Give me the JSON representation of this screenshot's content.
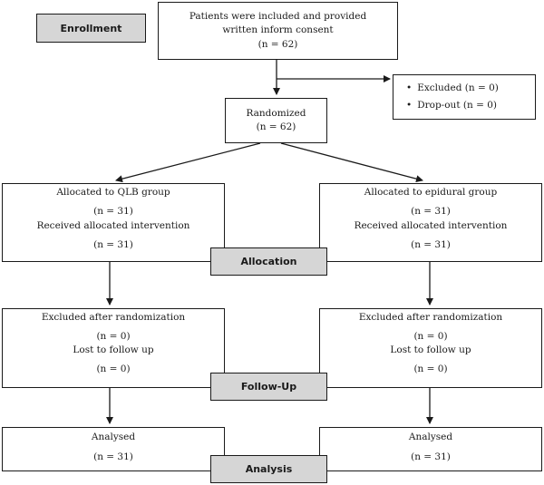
{
  "enrollment": {
    "stage_label": "Enrollment",
    "consent_line1": "Patients were included and provided",
    "consent_line2": "written inform consent",
    "consent_n": "(n = 62)"
  },
  "exclusion": {
    "items": [
      "Excluded (n = 0)",
      "Drop-out (n = 0)"
    ]
  },
  "randomized": {
    "label": "Randomized",
    "n": "(n = 62)"
  },
  "allocation": {
    "stage_label": "Allocation",
    "left": {
      "line1": "Allocated to QLB group",
      "line2": "(n = 31)",
      "line3": "Received allocated intervention",
      "line4": "(n = 31)"
    },
    "right": {
      "line1": "Allocated to epidural group",
      "line2": "(n = 31)",
      "line3": "Received allocated intervention",
      "line4": "(n = 31)"
    }
  },
  "followup": {
    "stage_label": "Follow-Up",
    "left": {
      "line1": "Excluded after randomization",
      "line2": "(n = 0)",
      "line3": "Lost to follow up",
      "line4": "(n = 0)"
    },
    "right": {
      "line1": "Excluded after randomization",
      "line2": "(n = 0)",
      "line3": "Lost to follow up",
      "line4": "(n = 0)"
    }
  },
  "analysis": {
    "stage_label": "Analysis",
    "left": {
      "line1": "Analysed",
      "line2": "(n = 31)"
    },
    "right": {
      "line1": "Analysed",
      "line2": "(n = 31)"
    }
  }
}
